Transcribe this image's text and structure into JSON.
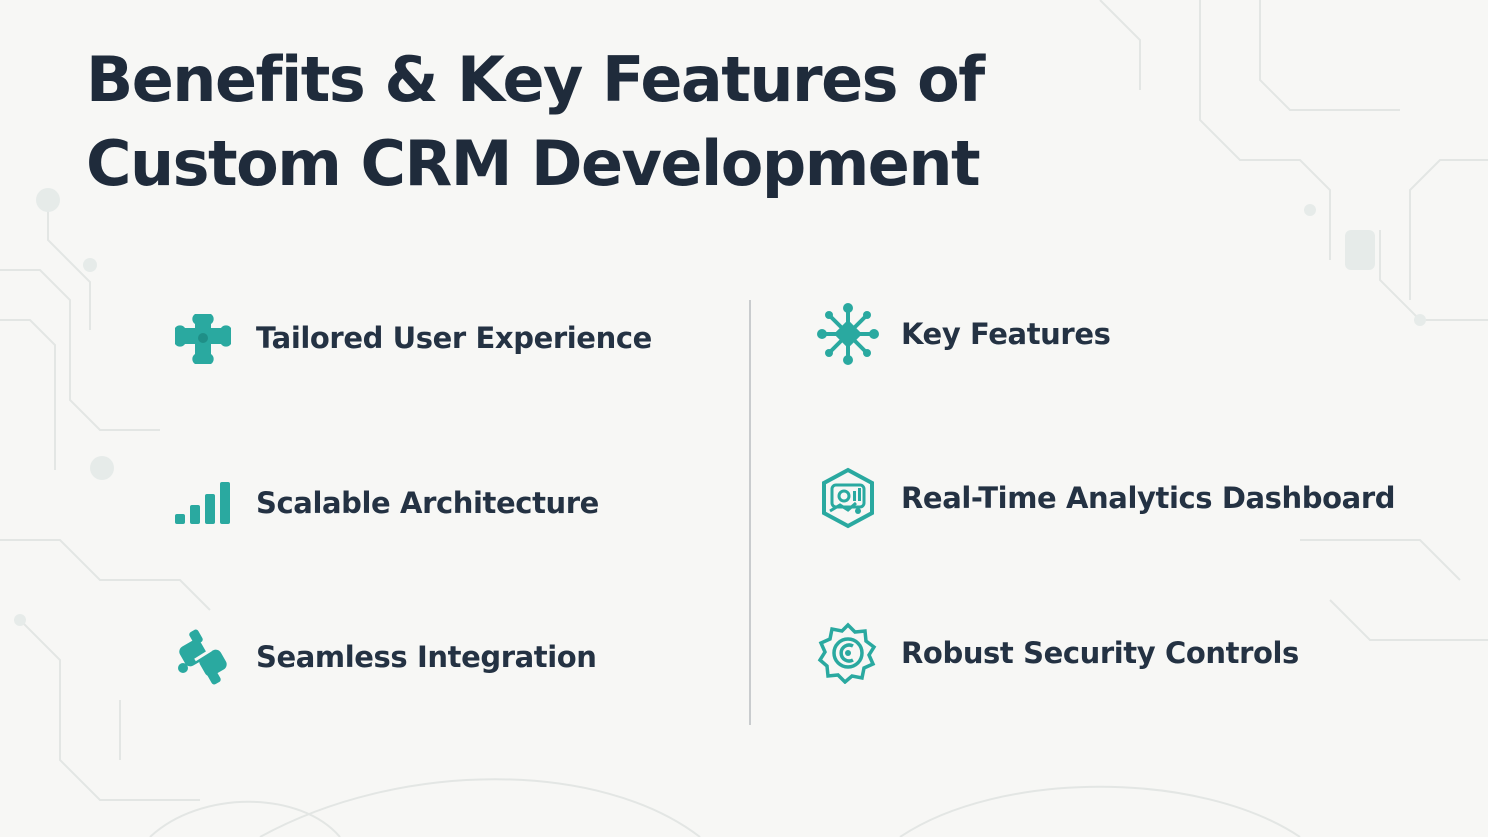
{
  "title": {
    "line1": "Benefits & Key Features of",
    "line2": "Custom CRM Development"
  },
  "left_column": [
    {
      "label": "Tailored User Experience",
      "icon": "puzzle-piece-icon"
    },
    {
      "label": "Scalable Architecture",
      "icon": "signal-bars-icon"
    },
    {
      "label": "Seamless Integration",
      "icon": "plug-icon"
    }
  ],
  "right_column": [
    {
      "label": "Key Features",
      "icon": "network-nodes-icon"
    },
    {
      "label": "Real-Time Analytics Dashboard",
      "icon": "analytics-badge-icon"
    },
    {
      "label": "Robust Security Controls",
      "icon": "security-gear-icon"
    }
  ],
  "colors": {
    "accent": "#2aa9a0",
    "title": "#1f2b3b",
    "text": "#243243",
    "background": "#f7f7f5",
    "divider": "#c9ccce"
  }
}
